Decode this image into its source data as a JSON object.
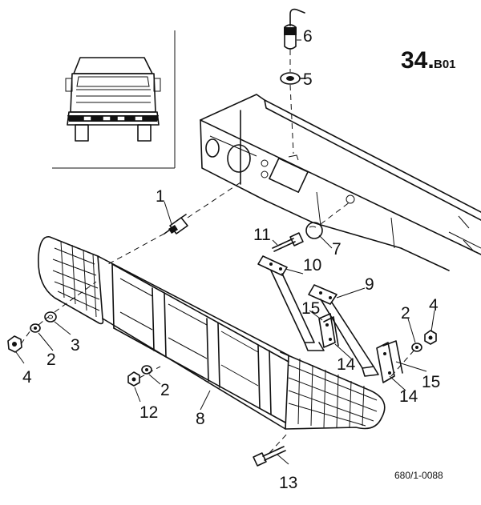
{
  "page_id": {
    "main": "34.",
    "sub": "B01"
  },
  "doc_ref": "680/1-0088",
  "callouts": [
    {
      "n": "1"
    },
    {
      "n": "2"
    },
    {
      "n": "2"
    },
    {
      "n": "2"
    },
    {
      "n": "3"
    },
    {
      "n": "4"
    },
    {
      "n": "4"
    },
    {
      "n": "5"
    },
    {
      "n": "6"
    },
    {
      "n": "7"
    },
    {
      "n": "8"
    },
    {
      "n": "9"
    },
    {
      "n": "10"
    },
    {
      "n": "11"
    },
    {
      "n": "12"
    },
    {
      "n": "13"
    },
    {
      "n": "14"
    },
    {
      "n": "14"
    },
    {
      "n": "15"
    },
    {
      "n": "15"
    }
  ]
}
